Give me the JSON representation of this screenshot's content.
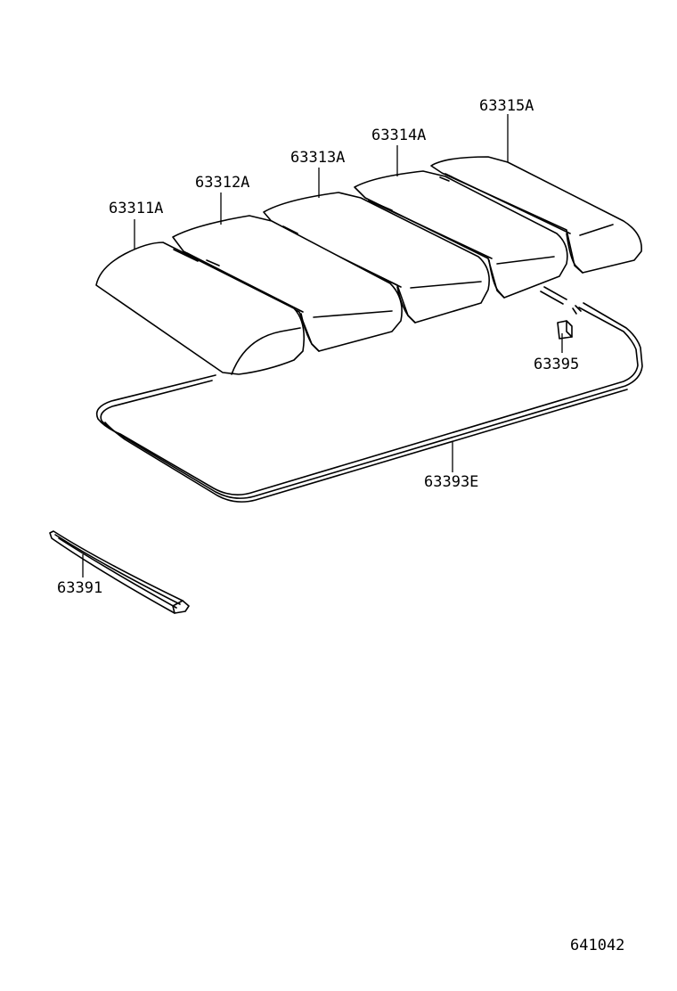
{
  "diagram": {
    "labels": {
      "p63311a": "63311A",
      "p63312a": "63312A",
      "p63313a": "63313A",
      "p63314a": "63314A",
      "p63315a": "63315A",
      "p63395": "63395",
      "p63393e": "63393E",
      "p63391": "63391"
    },
    "figure_number": "641042"
  },
  "colors": {
    "ink": "#000000",
    "background": "#ffffff"
  }
}
